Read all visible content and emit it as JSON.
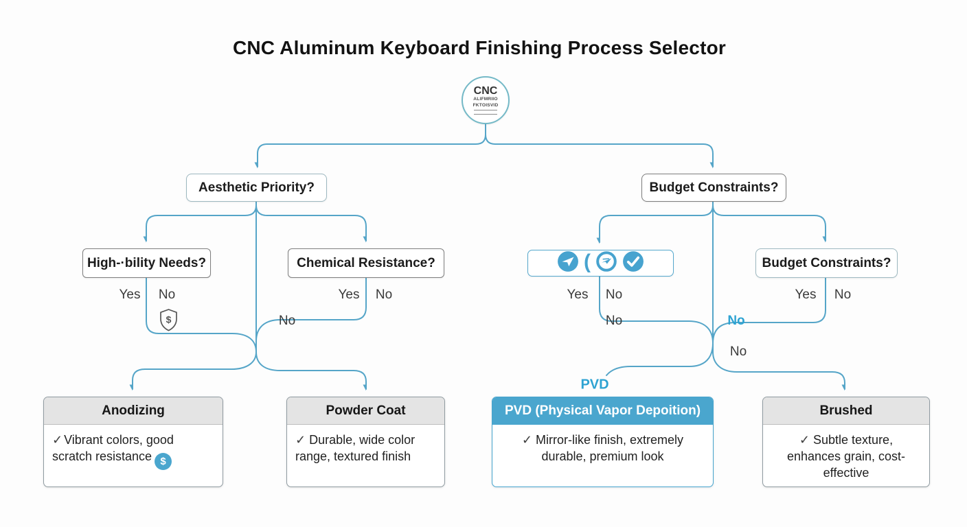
{
  "title": "CNC Aluminum Keyboard Finishing Process Selector",
  "root_node": {
    "title": "CNC",
    "sub1": "ALIFMRIIO",
    "sub2": "FKTOISVID"
  },
  "questions": {
    "aesthetic": "Aesthetic Priority?",
    "budget_top": "Budget Constraints?",
    "durability": "High-·bility Needs?",
    "chemical": "Chemical Resistance?",
    "budget_right": "Budget Constraints?"
  },
  "icons_node": {
    "paren": "(",
    "icons": [
      "send-icon",
      "paren-glyph",
      "globe-plane-icon",
      "check-icon"
    ]
  },
  "branch_labels": {
    "durability_yes": "Yes",
    "durability_no": "No",
    "chemical_yes": "Yes",
    "chemical_no": "No",
    "chemical_no2": "No",
    "icons_yes": "Yes",
    "icons_no": "No",
    "icons_no2": "No",
    "right_no_blue": "No",
    "right_no2": "No",
    "budget_right_yes": "Yes",
    "budget_right_no": "No",
    "pvd_label": "PVD",
    "shield_dollar": "$"
  },
  "results": [
    {
      "title": "Anodizing",
      "check": "✓",
      "desc": "Vibrant colors, good scratch resistance",
      "badge": "$"
    },
    {
      "title": "Powder Coat",
      "check": "✓",
      "desc": "Durable, wide color range, textured finish"
    },
    {
      "title": "PVD (Physical Vapor Depoition)",
      "check": "✓",
      "desc": "Mirror-like finish, extremely durable, premium look"
    },
    {
      "title": "Brushed",
      "check": "✓",
      "desc": "Subtle texture, enhances grain, cost-effective"
    }
  ],
  "colors": {
    "connector": "#55a5c8",
    "accent_blue": "#4aa6ce",
    "blue_no": "#2ea3d2"
  }
}
